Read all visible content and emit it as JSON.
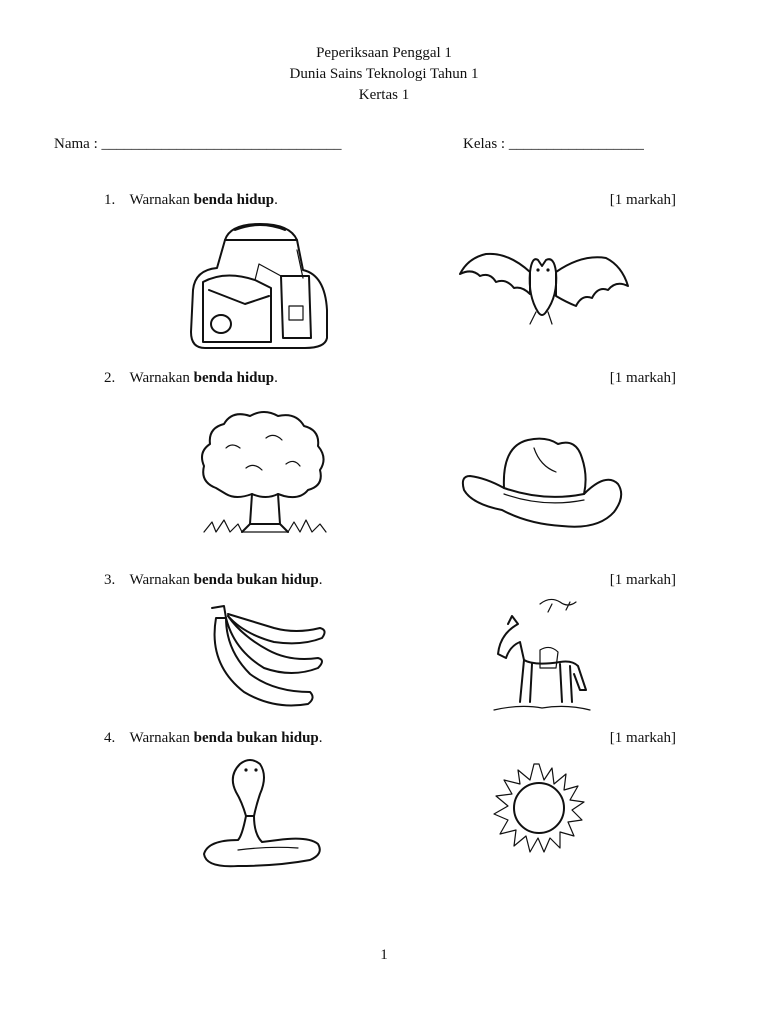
{
  "header": {
    "line1": "Peperiksaan Penggal 1",
    "line2": "Dunia Sains Teknologi Tahun 1",
    "line3": "Kertas 1"
  },
  "student": {
    "name_label": "Nama : ________________________________",
    "class_label": "Kelas : __________________"
  },
  "questions": [
    {
      "number": "1.",
      "prefix": "Warnakan ",
      "bold": "benda hidup",
      "suffix": ".",
      "marks": "[1 markah]",
      "images": [
        "backpack",
        "bat"
      ]
    },
    {
      "number": "2.",
      "prefix": "Warnakan ",
      "bold": "benda hidup",
      "suffix": ".",
      "marks": "[1 markah]",
      "images": [
        "tree",
        "cowboy hat"
      ]
    },
    {
      "number": "3.",
      "prefix": "Warnakan ",
      "bold": "benda bukan hidup",
      "suffix": ".",
      "marks": "[1 markah]",
      "images": [
        "bananas",
        "horse"
      ]
    },
    {
      "number": "4.",
      "prefix": "Warnakan ",
      "bold": "benda bukan hidup",
      "suffix": ".",
      "marks": "[1 markah]",
      "images": [
        "cobra",
        "sun"
      ]
    }
  ],
  "footer": {
    "page_number": "1"
  }
}
